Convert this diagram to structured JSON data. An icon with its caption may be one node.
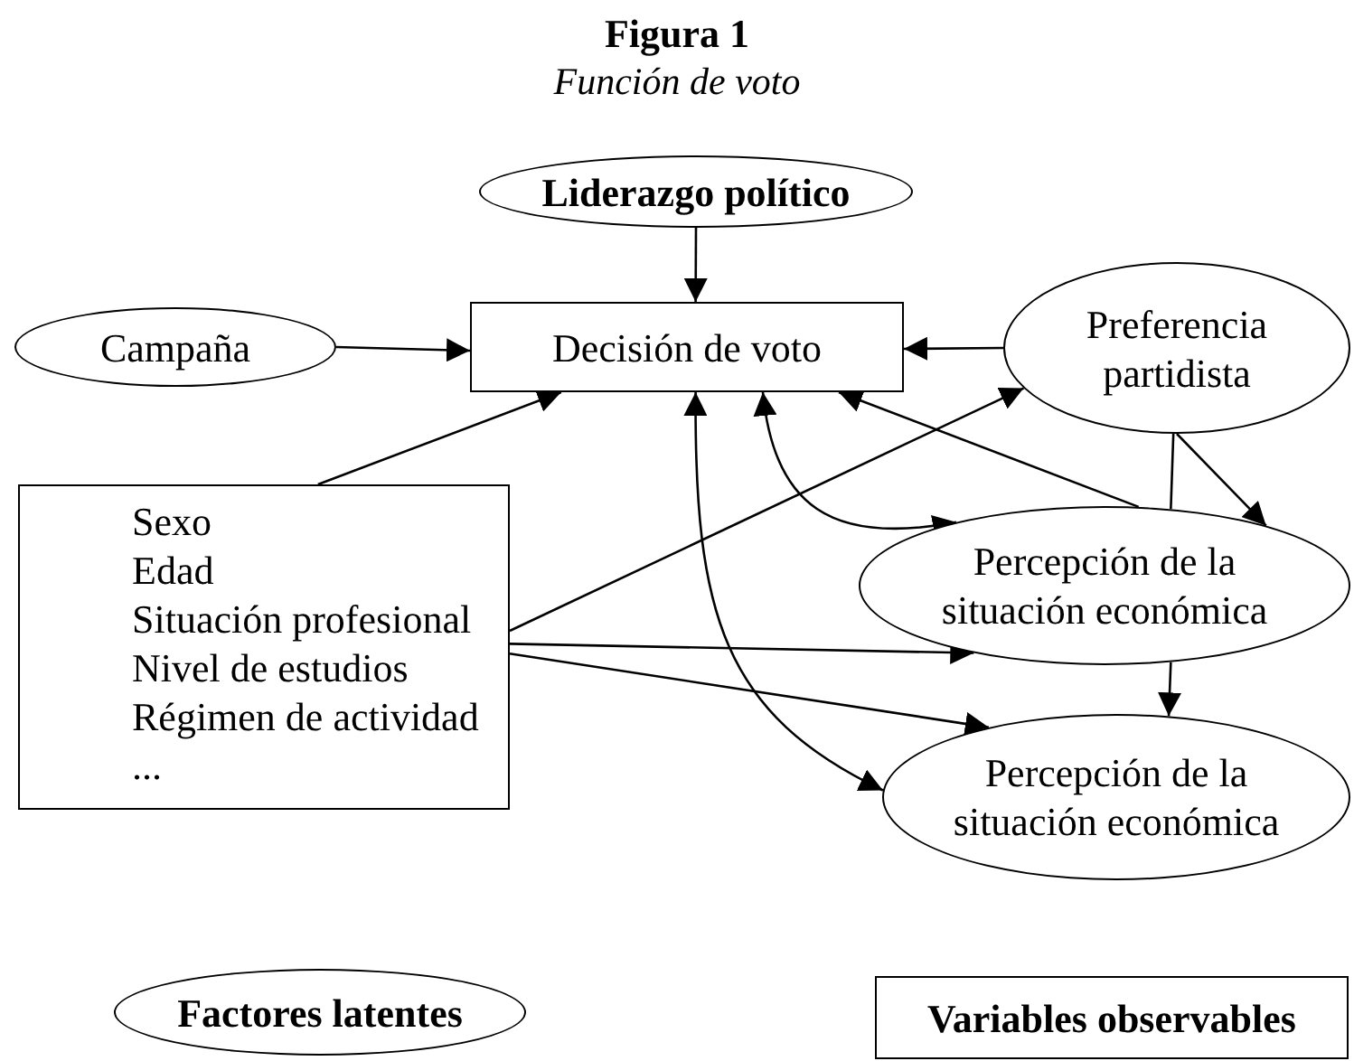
{
  "diagram": {
    "title": "Figura 1",
    "nodes": [
      {
        "text": [
          "Liderazgo político"
        ]
      },
      {
        "text": [
          "Campaña"
        ]
      },
      {
        "text": [
          "Decisión de voto"
        ]
      },
      {
        "text": [
          "Preferencia partidista"
        ]
      },
      {
        "text": [
          "Sexo",
          "Edad",
          "Situación profesional",
          "Nivel de estudios",
          "Régimen de actividad",
          "..."
        ]
      },
      {
        "text": [
          "Percepción de la situación económica"
        ]
      },
      {
        "text": [
          "Percepción de la situación económica"
        ]
      },
      {
        "text": [
          "Factores latentes"
        ]
      },
      {
        "text": [
          "Variables observables"
        ]
      }
    ],
    "edges": [
      {
        "from": 0,
        "to": 2,
        "arrow": "to"
      },
      {
        "from": 1,
        "to": 2,
        "arrow": "to"
      },
      {
        "from": 3,
        "to": 2,
        "arrow": "to"
      },
      {
        "from": 4,
        "to": 2,
        "arrow": "to"
      },
      {
        "from": 4,
        "to": 3,
        "arrow": "to"
      },
      {
        "from": 4,
        "to": 5,
        "arrow": "to"
      },
      {
        "from": 4,
        "to": 6,
        "arrow": "to"
      },
      {
        "from": 2,
        "to": 6,
        "arrow": "both"
      },
      {
        "from": 2,
        "to": 5,
        "arrow": "both"
      },
      {
        "from": 5,
        "to": 2,
        "arrow": "to"
      },
      {
        "from": 3,
        "to": 5,
        "arrow": "none"
      },
      {
        "from": 3,
        "to": 5,
        "arrow": "to"
      },
      {
        "from": 5,
        "to": 6,
        "arrow": "to"
      }
    ],
    "labels": [
      "Función de voto"
    ]
  }
}
